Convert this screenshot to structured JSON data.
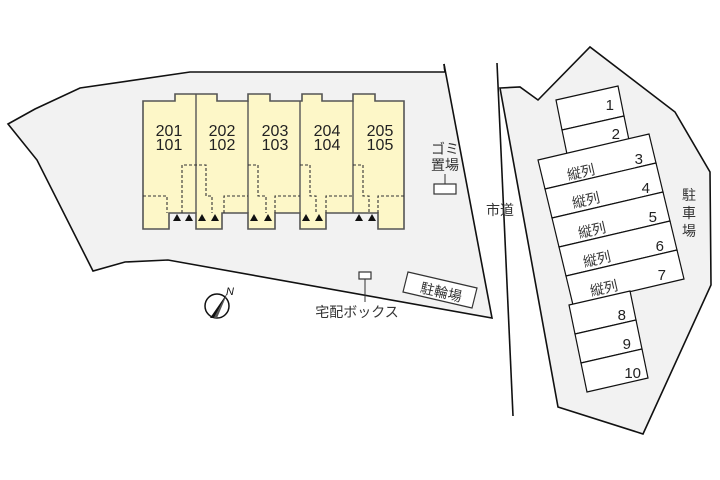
{
  "units": [
    {
      "upper": "201",
      "lower": "101"
    },
    {
      "upper": "202",
      "lower": "102"
    },
    {
      "upper": "203",
      "lower": "103"
    },
    {
      "upper": "204",
      "lower": "104"
    },
    {
      "upper": "205",
      "lower": "105"
    }
  ],
  "labels": {
    "garbage": [
      "ゴミ",
      "置場"
    ],
    "road": "市道",
    "bicycle_parking": "駐輪場",
    "delivery_box": "宅配ボックス",
    "parking": [
      "駐",
      "車",
      "場"
    ],
    "compass_north": "N"
  },
  "parking_spaces": [
    {
      "num": "1",
      "note": ""
    },
    {
      "num": "2",
      "note": ""
    },
    {
      "num": "3",
      "note": "縦列"
    },
    {
      "num": "4",
      "note": "縦列"
    },
    {
      "num": "5",
      "note": "縦列"
    },
    {
      "num": "6",
      "note": "縦列"
    },
    {
      "num": "7",
      "note": "縦列"
    },
    {
      "num": "8",
      "note": ""
    },
    {
      "num": "9",
      "note": ""
    },
    {
      "num": "10",
      "note": ""
    }
  ],
  "colors": {
    "lot_fill": "#f2f2f2",
    "building_fill": "#fdf7c8",
    "building_stroke": "#555555",
    "line": "#111111"
  }
}
